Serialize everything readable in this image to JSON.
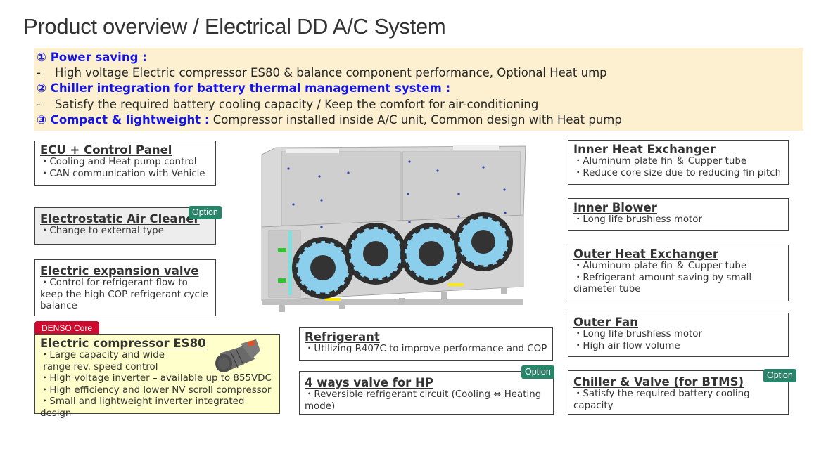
{
  "page": {
    "title": "Product overview / Electrical DD A/C System"
  },
  "summary": {
    "items": [
      {
        "heading": "① Power saving :",
        "detail": "High voltage Electric compressor ES80 & balance component performance, Optional Heat ump"
      },
      {
        "heading": "② Chiller integration for battery thermal management system :",
        "detail": "Satisfy the required battery cooling capacity / Keep the comfort for air-conditioning"
      },
      {
        "heading": "③ Compact & lightweight :",
        "inline_detail": " Compressor installed inside A/C unit, Common design with Heat pump"
      }
    ],
    "dash": "-"
  },
  "cards": {
    "ecu": {
      "title": "ECU + Control Panel",
      "lines": [
        "・Cooling and Heat pump control",
        "・CAN communication with Vehicle"
      ]
    },
    "air_cleaner": {
      "title": "Electrostatic Air Cleaner",
      "lines": [
        "・Change to external type"
      ],
      "badge": "Option"
    },
    "expansion_valve": {
      "title": "Electric expansion valve",
      "lines": [
        "・Control for refrigerant flow to keep the high COP refrigerant cycle balance"
      ]
    },
    "compressor": {
      "title": "Electric compressor ES80",
      "badge": "DENSO Core",
      "lines": [
        "・Large capacity and wide",
        " range rev. speed control",
        "・High voltage inverter – available up to 855VDC",
        "・High efficiency and lower NV scroll compressor",
        "・Small and lightweight inverter integrated design"
      ]
    },
    "refrigerant": {
      "title": "Refrigerant",
      "lines": [
        "・Utilizing R407C to improve performance and COP"
      ]
    },
    "four_way_valve": {
      "title": "4 ways valve for HP",
      "lines": [
        "・Reversible refrigerant circuit (Cooling ⇔ Heating mode)"
      ],
      "badge": "Option"
    },
    "inner_hx": {
      "title": "Inner Heat Exchanger",
      "lines": [
        "・Aluminum plate fin ＆ Cupper tube",
        "・Reduce core size due to reducing fin pitch"
      ]
    },
    "inner_blower": {
      "title": "Inner Blower",
      "lines": [
        "・Long life brushless motor"
      ]
    },
    "outer_hx": {
      "title": "Outer Heat Exchanger",
      "lines": [
        "・Aluminum plate fin ＆ Cupper tube",
        "・Refrigerant amount saving by small diameter tube"
      ]
    },
    "outer_fan": {
      "title": "Outer Fan",
      "lines": [
        "・Long life brushless motor",
        "・High air flow volume"
      ]
    },
    "chiller": {
      "title": "Chiller & Valve (for BTMS)",
      "lines": [
        "・Satisfy the required battery cooling capacity"
      ],
      "badge": "Option"
    }
  },
  "colors": {
    "highlight_blue": "#1414e6",
    "summary_bg": "#fdf0d0",
    "option_green": "#27866a",
    "denso_red": "#d00a2e",
    "compressor_card_bg": "#ffffcc",
    "air_cleaner_bg": "#ededed"
  },
  "images": {
    "unit": "ac-unit-illustration",
    "compressor": "electric-compressor-illustration"
  }
}
